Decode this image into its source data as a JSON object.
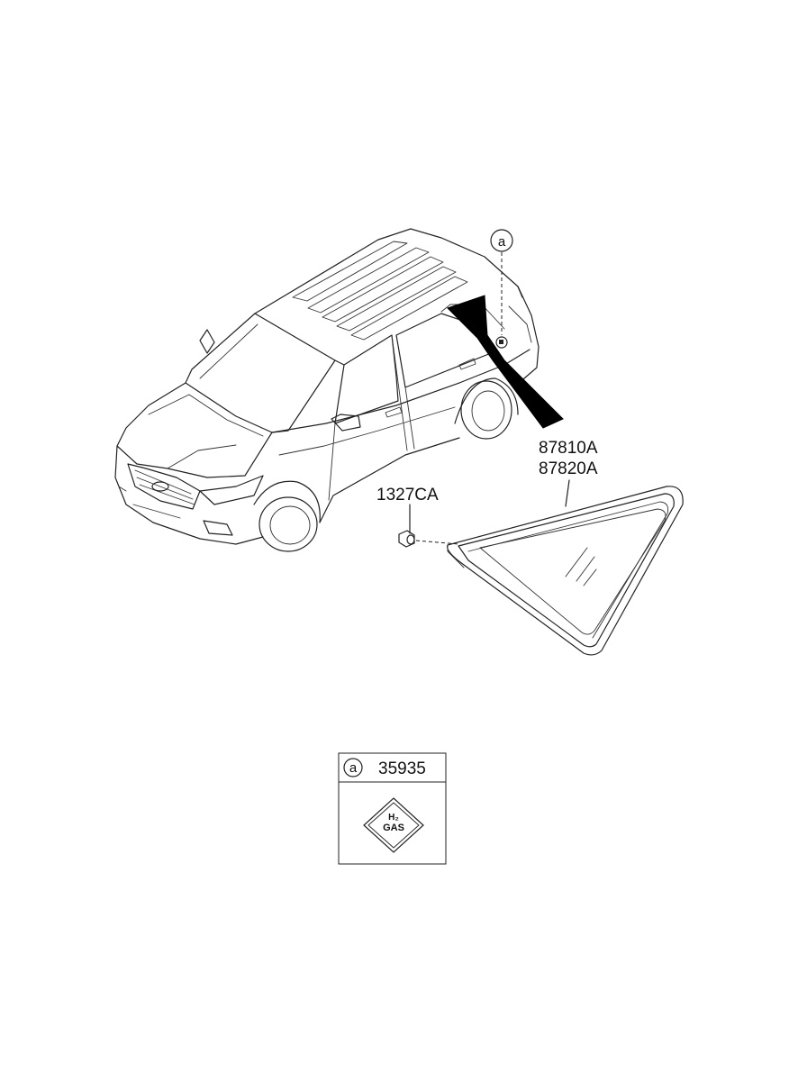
{
  "labels": {
    "quarter_glass_part_numbers": [
      "87810A",
      "87820A"
    ],
    "nut_part_number": "1327CA",
    "reference_letter": "a",
    "legend_part_number": "35935"
  },
  "legend_box": {
    "reference_letter": "a",
    "part_number": "35935",
    "label_text_line1": "H₂",
    "label_text_line2": "GAS"
  },
  "colors": {
    "line": "#222222",
    "background": "#ffffff",
    "arrow": "#000000"
  }
}
